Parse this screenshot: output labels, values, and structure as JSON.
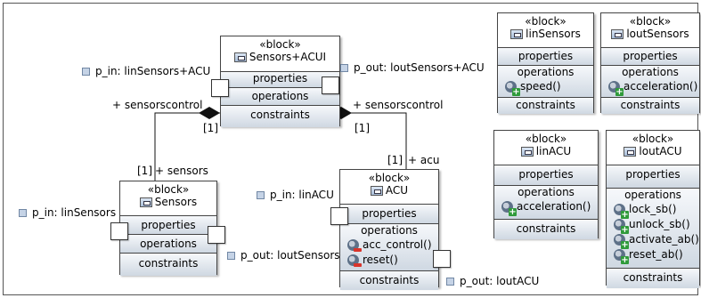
{
  "stereotype": "«block»",
  "compartments": {
    "properties": "properties",
    "operations": "operations",
    "constraints": "constraints"
  },
  "blocks": {
    "main": {
      "name": "Sensors+ACUI"
    },
    "sensors": {
      "name": "Sensors"
    },
    "acu": {
      "name": "ACU",
      "operations": [
        "acc_control()",
        "reset()"
      ]
    },
    "linSensors": {
      "name": "linSensors",
      "operations": [
        "speed()"
      ]
    },
    "loutSensors": {
      "name": "loutSensors",
      "operations": [
        "acceleration()"
      ]
    },
    "linACU": {
      "name": "linACU",
      "operations": [
        "acceleration()"
      ]
    },
    "loutACU": {
      "name": "loutACU",
      "operations": [
        "lock_sb()",
        "unlock_sb()",
        "activate_ab()",
        "reset_ab()"
      ]
    }
  },
  "ports": {
    "main_in": "p_in: linSensors+ACU",
    "main_out": "p_out: loutSensors+ACU",
    "sensors_in": "p_in: linSensors",
    "sensors_out": "p_out: loutSensors",
    "acu_in": "p_in: linACU",
    "acu_out": "p_out: loutACU"
  },
  "links": {
    "left_role": "+ sensorscontrol",
    "right_role": "+ sensorscontrol",
    "left_mult": "[1]",
    "right_mult": "[1]",
    "sensors_mult": "[1]",
    "sensors_role": "+ sensors",
    "acu_mult": "[1]",
    "acu_role": "+ acu"
  }
}
